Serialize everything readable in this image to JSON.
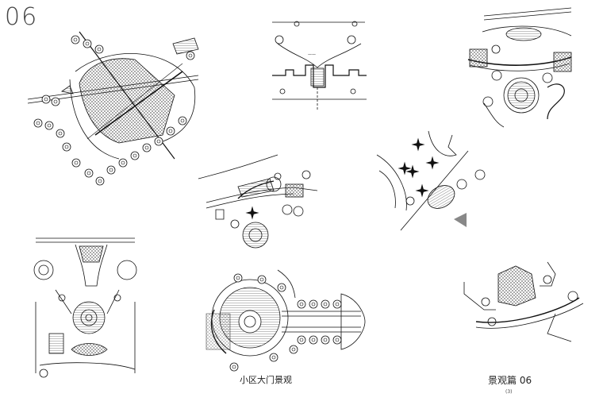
{
  "sheet": {
    "number": "06",
    "series_title": "景观篇 06",
    "series_subtitle": "(3)",
    "main_caption": "小区大门景观"
  },
  "colors": {
    "ink": "#111111",
    "background": "#ffffff",
    "hatch": "#555555"
  }
}
